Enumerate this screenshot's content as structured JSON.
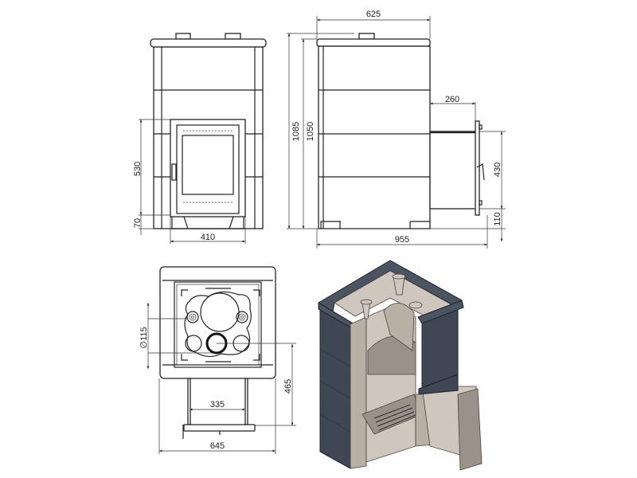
{
  "drawing": {
    "views": [
      "front-view",
      "side-view",
      "top-view",
      "cutaway-3d-view"
    ],
    "dimensions": {
      "side_width": "625",
      "door_projection": "260",
      "total_height": "1085",
      "body_height": "1050",
      "door_height": "530",
      "door_bottom_offset": "70",
      "door_width": "410",
      "total_depth": "955",
      "side_door_height": "430",
      "side_door_bottom": "110",
      "flue_diameter": "∅115",
      "leg_spacing": "335",
      "top_to_pan": "465",
      "top_width": "645"
    },
    "colors": {
      "stone": "#3e4753",
      "steel": "#b8afa5",
      "line": "#222222"
    }
  }
}
